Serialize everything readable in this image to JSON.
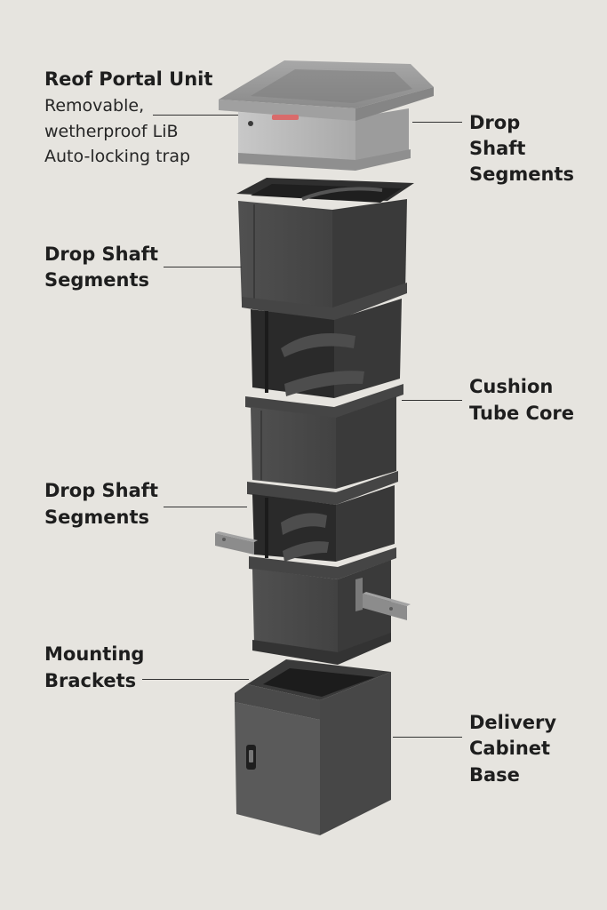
{
  "labels": {
    "roof_title": "Reof Portal Unit",
    "roof_line1": "Removable,",
    "roof_line2": "wetherproof LiB",
    "roof_line3": "Auto-locking trap",
    "drop_right_1": "Drop",
    "drop_right_2": "Shaft",
    "drop_right_3": "Segments",
    "drop_left_a_1": "Drop Shaft",
    "drop_left_a_2": "Segments",
    "cushion_1": "Cushion",
    "cushion_2": "Tube Core",
    "drop_left_b_1": "Drop Shaft",
    "drop_left_b_2": "Segments",
    "mount_1": "Mounting",
    "mount_2": "Brackets",
    "delivery_1": "Delivery",
    "delivery_2": "Cabinet",
    "delivery_3": "Base"
  },
  "colors": {
    "background": "#e6e4df",
    "shaft_front": "#4a4a4a",
    "shaft_side": "#3a3a3a",
    "shaft_top": "#2e2e2e",
    "roof_cap": "#9a9a9a",
    "roof_body": "#b9b9b9",
    "bracket": "#8c8c8c",
    "indicator": "#d96b6b"
  }
}
